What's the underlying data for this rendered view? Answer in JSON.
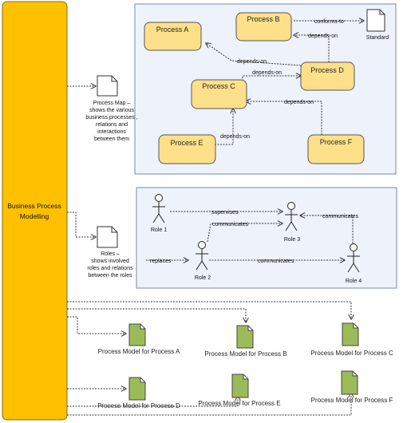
{
  "main_block": {
    "label_line1": "Business Process",
    "label_line2": "Modelling"
  },
  "colors": {
    "main_block_fill": "#FFC000",
    "main_block_stroke": "#8a6d00",
    "process_fill": "#FFE08A",
    "panel_fill": "#EEF2FA",
    "panel_stroke": "#7a8aa5",
    "model_fill": "#9BBB59",
    "line": "#333333"
  },
  "process_map": {
    "doc_lines": [
      "Process Map –",
      "shows the various",
      "business processes ,",
      "relations and",
      "interactions",
      "between them"
    ],
    "processes": {
      "a": "Process A",
      "b": "Process B",
      "c": "Process C",
      "d": "Process D",
      "e": "Process E",
      "f": "Process F"
    },
    "standard": "Standard",
    "edges": {
      "conforms_to": "conforms-to",
      "b_depends_d": "depends-on",
      "a_depends_d": "depends-on",
      "c_depends_d": "depends-on",
      "c_depends_f": "depends-on",
      "e_depends_c": "depends-on"
    }
  },
  "roles_map": {
    "doc_lines": [
      "Roles –",
      "shows involved",
      "roles and relations",
      "between the roles"
    ],
    "roles": {
      "r1": "Role 1",
      "r2": "Role 2",
      "r3": "Role 3",
      "r4": "Role 4"
    },
    "edges": {
      "supervises": "supervises",
      "communicates_2_3": "communicates",
      "communicates_4_3": "communicates",
      "replaces": "replaces",
      "communicates_2_4": "communicates"
    }
  },
  "process_models": {
    "a": "Process Model for Process A",
    "b": "Process Model for Process B",
    "c": "Process Model for Process C",
    "d": "Process Model for Process D",
    "e": "Process Model for Process E",
    "f": "Process Model for Process F"
  }
}
